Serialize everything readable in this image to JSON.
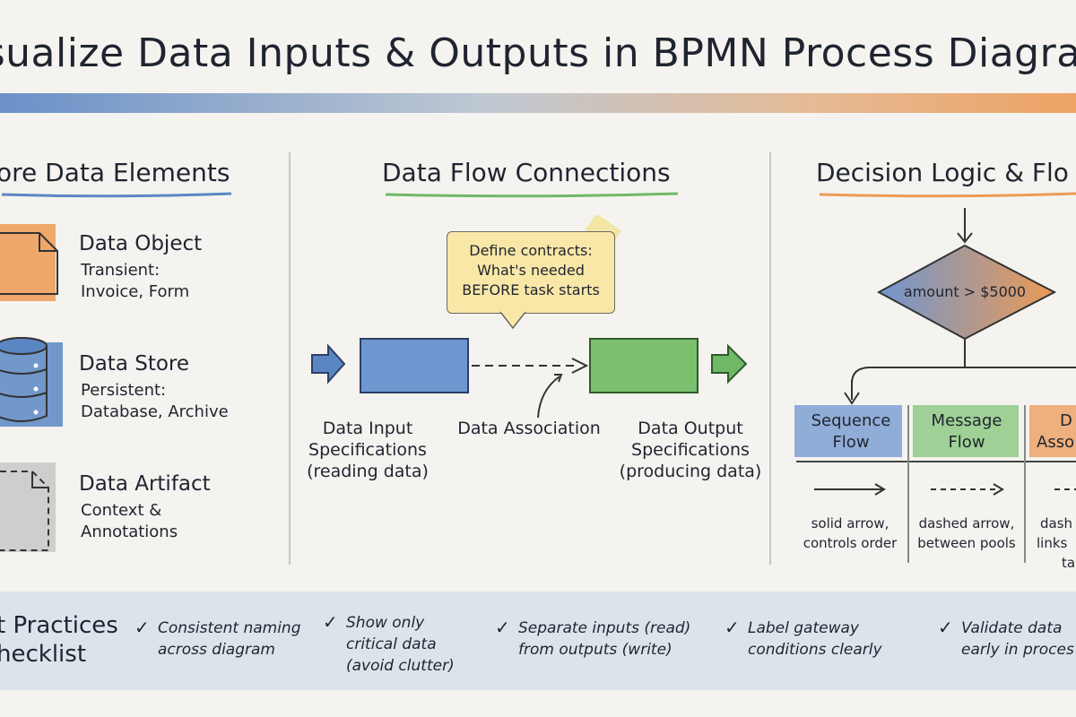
{
  "title": "isualize Data Inputs & Outputs in BPMN Process Diagram",
  "columns": {
    "left": {
      "heading": "ore Data Elements",
      "items": [
        {
          "name": "Data Object",
          "line1": "Transient:",
          "line2": "Invoice, Form",
          "icon": "document-icon"
        },
        {
          "name": "Data Store",
          "line1": "Persistent:",
          "line2": "Database, Archive",
          "icon": "database-icon"
        },
        {
          "name": "Data Artifact",
          "line1": "Context &",
          "line2": "Annotations",
          "icon": "artifact-icon"
        }
      ]
    },
    "middle": {
      "heading": "Data Flow Connections",
      "note": {
        "line1": "Define contracts:",
        "line2": "What's needed",
        "line3": "BEFORE task starts"
      },
      "input_label": {
        "line1": "Data Input",
        "line2": "Specifications",
        "line3": "(reading data)"
      },
      "association_label": "Data Association",
      "output_label": {
        "line1": "Data Output",
        "line2": "Specifications",
        "line3": "(producing data)"
      }
    },
    "right": {
      "heading": "Decision Logic & Flo",
      "gateway_condition": "amount > $5000",
      "flows": [
        {
          "head1": "Sequence",
          "head2": "Flow",
          "desc1": "solid arrow,",
          "desc2": "controls order"
        },
        {
          "head1": "Message",
          "head2": "Flow",
          "desc1": "dashed arrow,",
          "desc2": "between pools"
        },
        {
          "head1": "D",
          "head2": "Asso",
          "desc1": "dash",
          "desc2": "links",
          "desc3": "ta"
        }
      ]
    }
  },
  "checklist": {
    "title1": "t Practices",
    "title2": "hecklist",
    "items": [
      {
        "line1": "Consistent naming",
        "line2": "across diagram"
      },
      {
        "line1": "Show only",
        "line2": "critical data",
        "line3": "(avoid clutter)"
      },
      {
        "line1": "Separate inputs (read)",
        "line2": "from outputs (write)"
      },
      {
        "line1": "Label gateway",
        "line2": "conditions clearly"
      },
      {
        "line1": "Validate data",
        "line2": "early in proces"
      }
    ]
  },
  "colors": {
    "blue": "#5b86c4",
    "orange": "#ec9a55",
    "green": "#6fb865",
    "yellow": "#f8e7a6",
    "gray": "#bdbdbd"
  }
}
